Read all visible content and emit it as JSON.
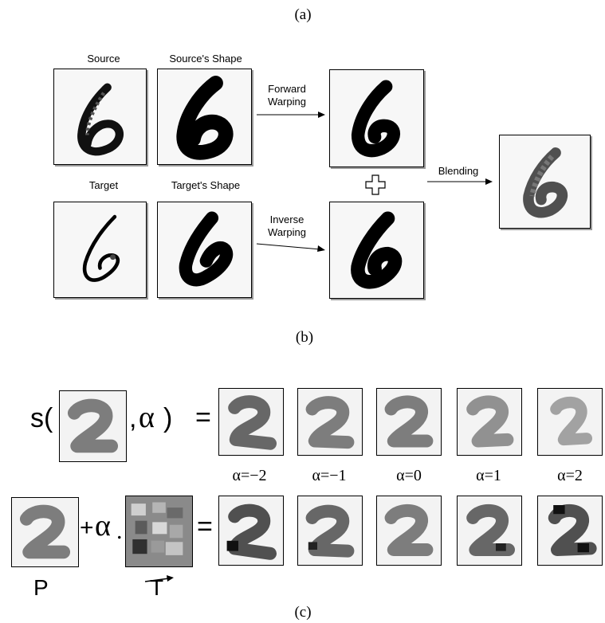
{
  "captions": {
    "a": "(a)",
    "b": "(b)",
    "c": "(c)"
  },
  "panel_b": {
    "labels": {
      "source": "Source",
      "source_shape": "Source's Shape",
      "target": "Target",
      "target_shape": "Target's Shape",
      "forward_line1": "Forward",
      "forward_line2": "Warping",
      "inverse_line1": "Inverse",
      "inverse_line2": "Warping",
      "blending": "Blending"
    },
    "digit": "6"
  },
  "panel_c": {
    "row1": {
      "prefix": "s(",
      "comma": ",",
      "alpha": "α",
      "close": ")",
      "equals": "="
    },
    "alpha_labels": [
      "α=−2",
      "α=−1",
      "α=0",
      "α=1",
      "α=2"
    ],
    "row2": {
      "plus": "+",
      "alpha": "α",
      "dot": ".",
      "equals": "="
    },
    "p_label": "P",
    "t_label": "T",
    "digit": "2"
  }
}
